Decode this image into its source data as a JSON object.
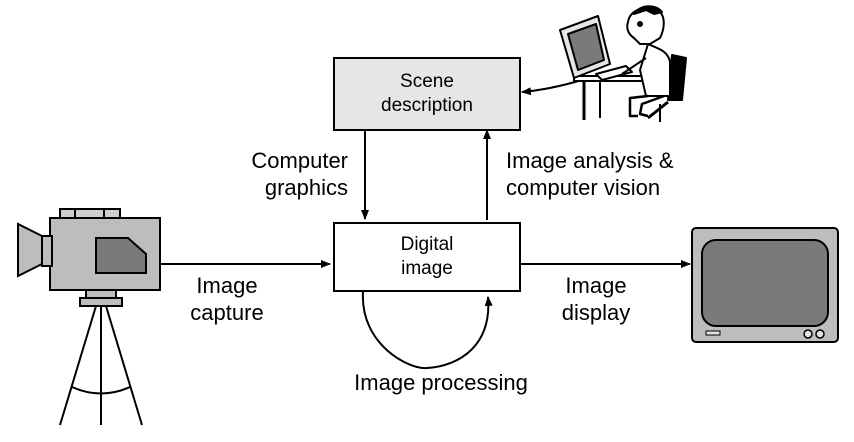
{
  "nodes": {
    "scene_description": "Scene\ndescription",
    "digital_image": "Digital\nimage"
  },
  "edges": {
    "computer_graphics": "Computer\ngraphics",
    "image_analysis": "Image analysis &\ncomputer vision",
    "image_capture": "Image\ncapture",
    "image_display": "Image\ndisplay",
    "image_processing": "Image processing"
  },
  "icons": {
    "camera": "video-camera-icon",
    "monitor": "tv-monitor-icon",
    "user": "person-at-computer-icon"
  },
  "colors": {
    "box_fill": "#e6e6e6",
    "device_gray": "#bdbdbd",
    "screen_gray": "#7a7a7a"
  }
}
